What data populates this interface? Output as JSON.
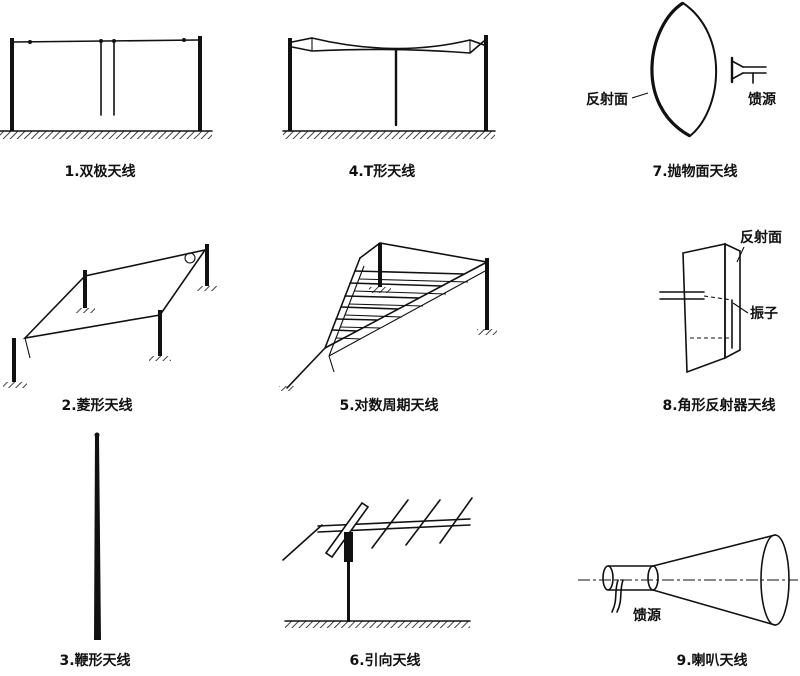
{
  "panels": {
    "p1": {
      "caption": "1.双极天线"
    },
    "p2": {
      "caption": "2.菱形天线"
    },
    "p3": {
      "caption": "3.鞭形天线"
    },
    "p4": {
      "caption": "4.T形天线"
    },
    "p5": {
      "caption": "5.对数周期天线"
    },
    "p6": {
      "caption": "6.引向天线"
    },
    "p7": {
      "caption": "7.抛物面天线",
      "reflector_label": "反射面",
      "feed_label": "馈源"
    },
    "p8": {
      "caption": "8.角形反射器天线",
      "reflector_label": "反射面",
      "dipole_label": "振子"
    },
    "p9": {
      "caption": "9.喇叭天线",
      "feed_label": "馈源"
    }
  }
}
